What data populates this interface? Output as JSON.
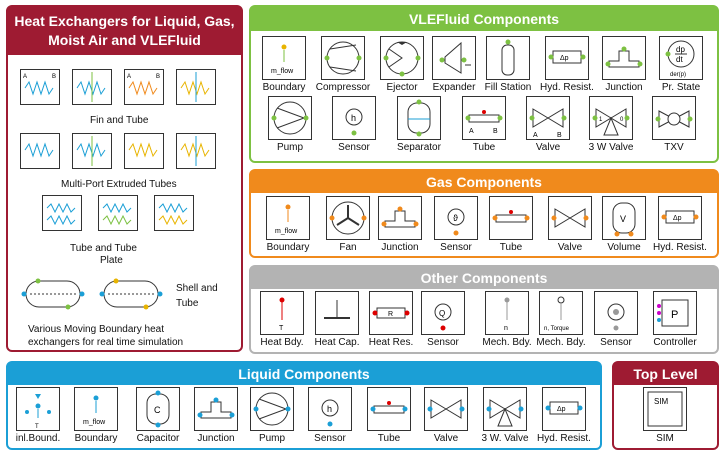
{
  "heat_exchangers": {
    "title": "Heat Exchangers for Liquid, Gas, Moist Air and VLEFluid",
    "groups": [
      "Fin and Tube",
      "Multi-Port Extruded Tubes",
      "Tube and Tube",
      "Plate",
      "Shell and Tube"
    ],
    "description": "Various Moving Boundary heat exchangers for real time simulation"
  },
  "vlefluid": {
    "title": "VLEFluid Components",
    "items": [
      "Boundary",
      "Compressor",
      "Ejector",
      "Expander",
      "Fill Station",
      "Hyd. Resist.",
      "Junction",
      "Pr. State",
      "Pump",
      "Sensor",
      "Separator",
      "Tube",
      "Valve",
      "3 W Valve",
      "TXV"
    ],
    "icon_text": {
      "boundary": "m_flow",
      "resist": "Δp",
      "prstate_top": "dp",
      "prstate_bot": "dt",
      "prstate_sub": "der(p)",
      "sensor": "h",
      "tube_a": "A",
      "tube_b": "B",
      "valve_a": "A",
      "valve_b": "B",
      "w3_1": "1",
      "w3_0": "0"
    }
  },
  "gas": {
    "title": "Gas Components",
    "items": [
      "Boundary",
      "Fan",
      "Junction",
      "Sensor",
      "Tube",
      "Valve",
      "Volume",
      "Hyd. Resist."
    ],
    "icon_text": {
      "boundary": "m_flow",
      "sensor": "ϑ",
      "volume": "V",
      "resist": "Δp"
    }
  },
  "other": {
    "title": "Other Components",
    "items": [
      "Heat Bdy.",
      "Heat Cap.",
      "Heat Res.",
      "Sensor",
      "Mech. Bdy.",
      "Mech. Bdy.",
      "Sensor",
      "Controller"
    ],
    "icon_text": {
      "heatbdy": "T",
      "heatres": "R",
      "sensor": "Q",
      "mech": "n",
      "mech2": "n, Torque",
      "ctrl": "P"
    }
  },
  "liquid": {
    "title": "Liquid Components",
    "items": [
      "inl.Bound.",
      "Boundary",
      "Capacitor",
      "Junction",
      "Pump",
      "Sensor",
      "Tube",
      "Valve",
      "3 W. Valve",
      "Hyd. Resist."
    ],
    "icon_text": {
      "inl": "T",
      "boundary": "m_flow",
      "cap": "C",
      "sensor": "h",
      "resist": "Δp"
    }
  },
  "top_level": {
    "title": "Top Level",
    "item": "SIM",
    "icon_text": "SIM"
  },
  "colors": {
    "heat_exchangers": "#9e1b32",
    "vlefluid": "#7dc142",
    "gas": "#f08a1c",
    "other": "#b3b3b3",
    "liquid": "#1b9fd6",
    "top_level": "#9e1b32"
  }
}
